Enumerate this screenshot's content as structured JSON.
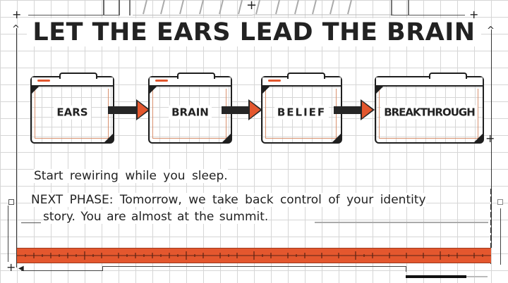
{
  "title": "LET THE EARS LEAD THE BRAIN",
  "flow": {
    "steps": [
      {
        "label": "EARS"
      },
      {
        "label": "BRAIN"
      },
      {
        "label": "BELIEF"
      },
      {
        "label": "BREAKTHROUGH"
      }
    ],
    "arrow_count": 3
  },
  "body": {
    "line1": "Start rewiring while you sleep.",
    "line2": "NEXT PHASE: Tomorrow, we take back control of your identity",
    "line3": "story. You are almost at the summit."
  },
  "decorations": {
    "top_plus": "+",
    "corner_plus": "+",
    "up_arrow": "^"
  },
  "colors": {
    "accent": "#e4572e",
    "ink": "#222222",
    "grid": "#d6d6d6",
    "background": "#ffffff"
  }
}
